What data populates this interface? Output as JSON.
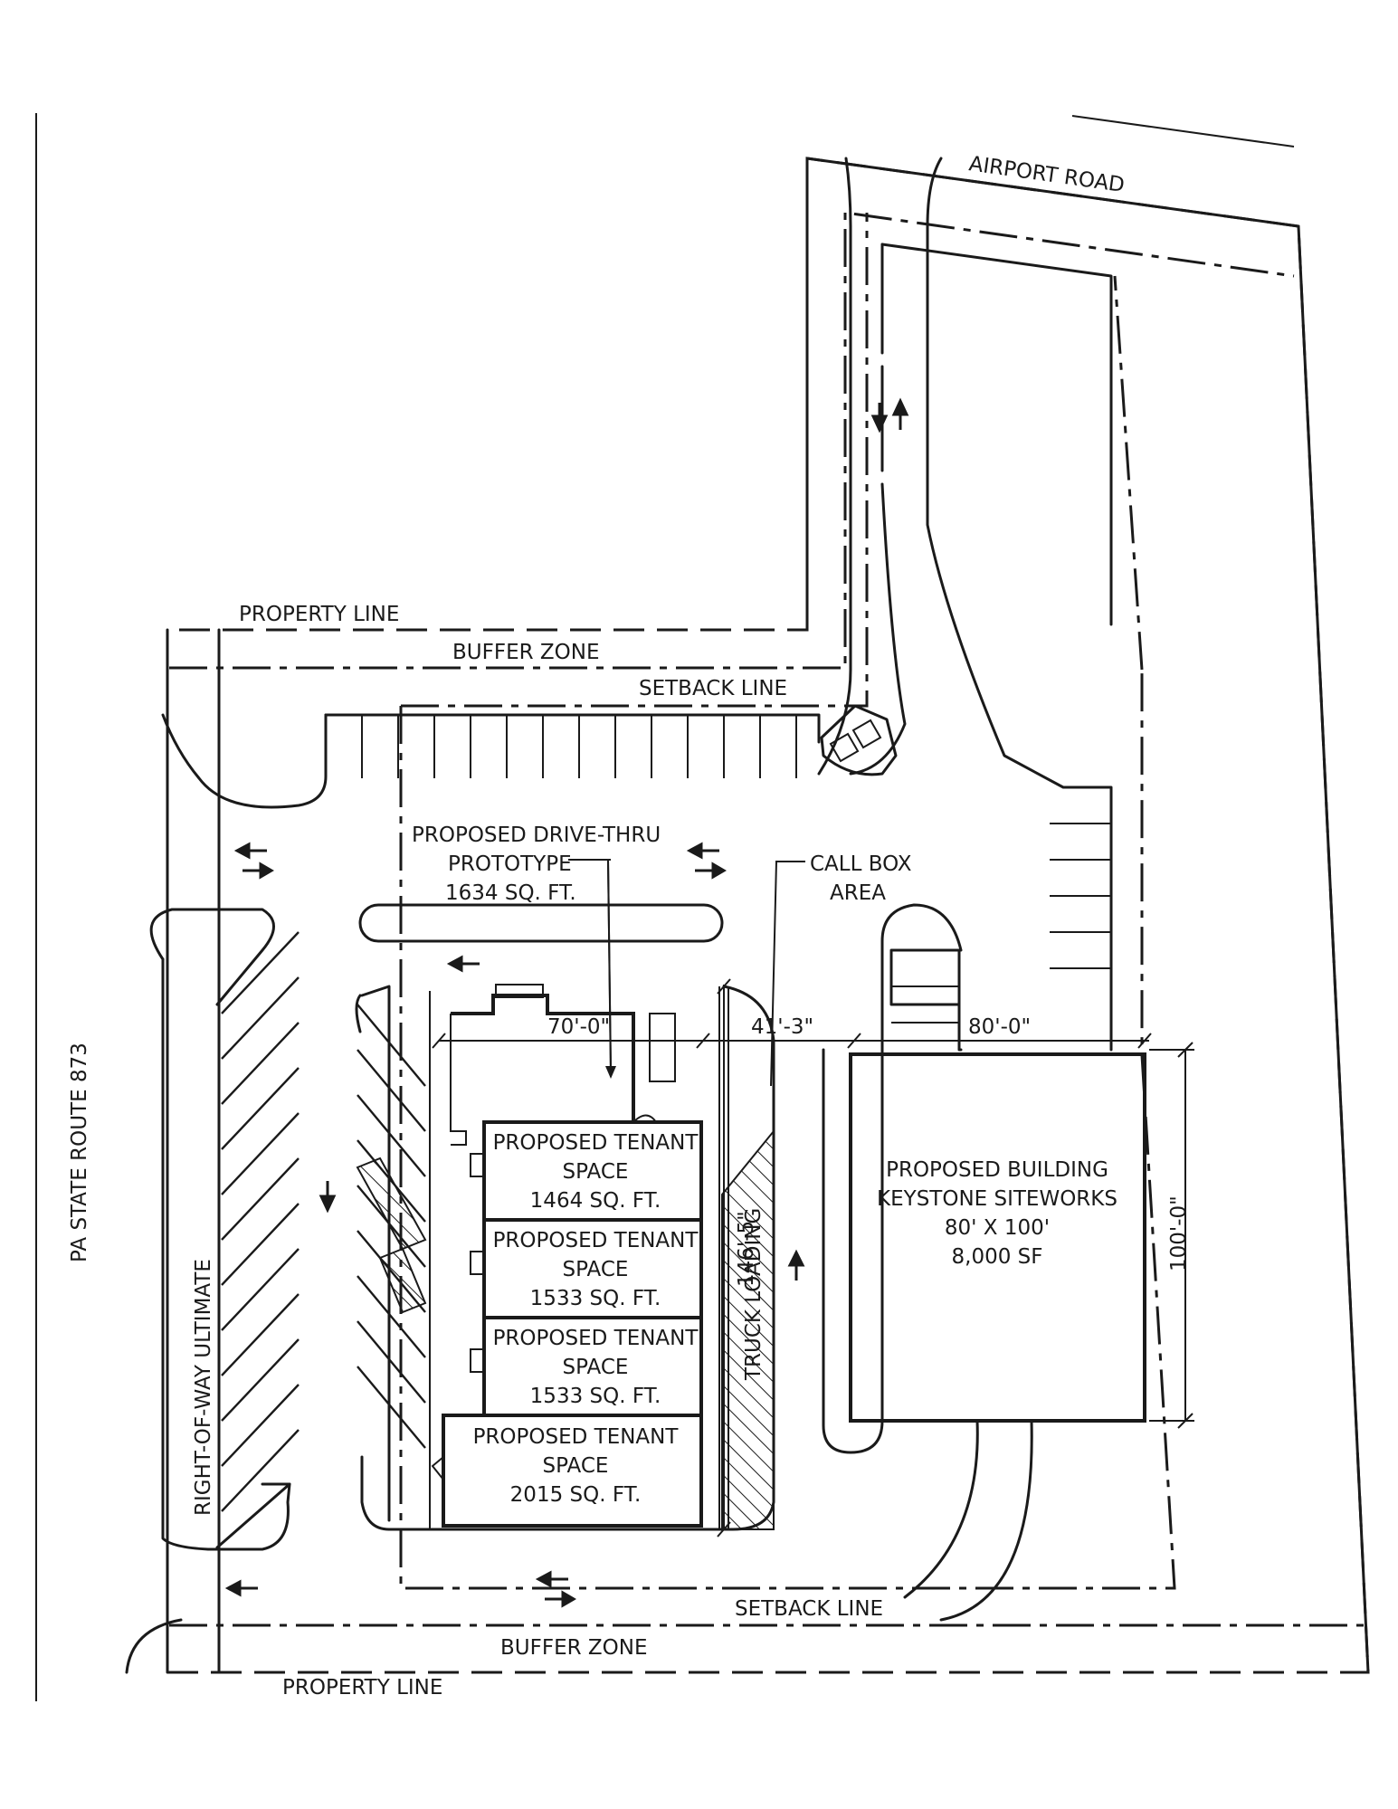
{
  "labels": {
    "airport_road": "AIRPORT ROAD",
    "route": "PA STATE ROUTE 873",
    "row": "RIGHT-OF-WAY ULTIMATE",
    "property_line_top": "PROPERTY LINE",
    "buffer_zone_top": "BUFFER ZONE",
    "setback_line_top": "SETBACK LINE",
    "setback_line_bottom": "SETBACK LINE",
    "buffer_zone_bottom": "BUFFER ZONE",
    "property_line_bottom": "PROPERTY LINE",
    "call_box_1": "CALL BOX",
    "call_box_2": "AREA",
    "truck_loading": "TRUCK LOADING"
  },
  "drive_thru": {
    "line1": "PROPOSED DRIVE-THRU",
    "line2": "PROTOTYPE",
    "line3": "1634 SQ. FT."
  },
  "tenants": [
    {
      "line1": "PROPOSED TENANT",
      "line2": "SPACE",
      "line3": "1464 SQ. FT."
    },
    {
      "line1": "PROPOSED TENANT",
      "line2": "SPACE",
      "line3": "1533 SQ. FT."
    },
    {
      "line1": "PROPOSED TENANT",
      "line2": "SPACE",
      "line3": "1533 SQ. FT."
    },
    {
      "line1": "PROPOSED TENANT",
      "line2": "SPACE",
      "line3": "2015 SQ. FT."
    }
  ],
  "building": {
    "line1": "PROPOSED BUILDING",
    "line2": "KEYSTONE SITEWORKS",
    "line3": "80' X 100'",
    "line4": "8,000 SF"
  },
  "dimensions": {
    "d70": "70'-0\"",
    "d41": "41'-3\"",
    "d80": "80'-0\"",
    "d100": "100'-0\"",
    "d146": "146'-5\""
  }
}
